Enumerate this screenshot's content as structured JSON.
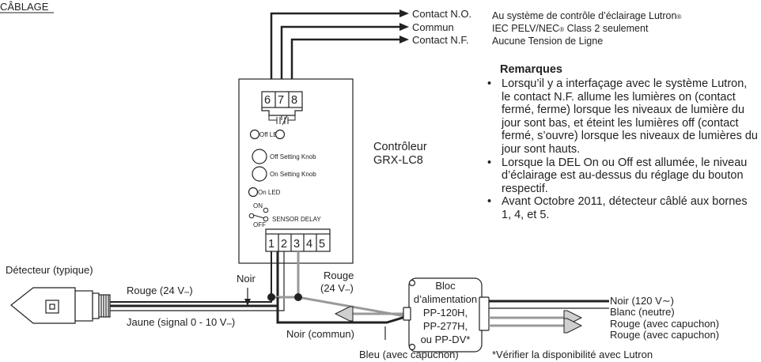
{
  "section_title": "CÂBLAGE",
  "top_contacts": [
    "Contact N.O.",
    "Commun",
    "Contact N.F."
  ],
  "lutron_note": {
    "line1": "Au système de contrôle d’éclairage Lutron",
    "line2": "IEC PELV/NEC",
    "line2b": " Class 2 seulement",
    "line3": "Aucune Tension de Ligne",
    "reg": "®"
  },
  "remarks": {
    "title": "Remarques",
    "items": [
      "Lorsqu’il y a interfaçage avec le système Lutron, le contact N.F. allume les lumières on (contact fermé, ferme) lorsque les niveaux de lumière du jour sont bas, et éteint les lumières off (contact fermé, s’ouvre) lorsque les niveaux de lumières du jour sont hauts.",
      "Lorsque la DEL On ou Off est allumée, le niveau d’éclairage est au-dessus du réglage du bouton respectif.",
      "Avant Octobre 2011, détecteur câblé aux bornes 1, 4, et 5."
    ]
  },
  "controller": {
    "name_line1": "Contrôleur",
    "name_line2": "GRX-LC8",
    "top_terminals": [
      "6",
      "7",
      "8"
    ],
    "bottom_terminals": [
      "1",
      "2",
      "3",
      "4",
      "5"
    ],
    "off_led": "Off LED",
    "off_knob": "Off Setting Knob",
    "on_knob": "On Setting Knob",
    "on_led": "On LED",
    "switch_on": "ON",
    "switch_off": "OFF",
    "sensor_delay": "SENSOR DELAY"
  },
  "sensor_label": "Détecteur (typique)",
  "wires": {
    "rouge_24": "Rouge (24 V",
    "noir": "Noir",
    "jaune": "Jaune (signal 0 - 10 V",
    "rouge_power_1": "Rouge",
    "rouge_power_2": "(24 V",
    "noir_commun": "Noir (commun)",
    "bleu": "Bleu (avec capuchon)",
    "close_paren": ")"
  },
  "power_pack": {
    "lines": [
      "Bloc",
      "d’alimentation",
      "PP-120H,",
      "PP-277H,",
      "ou PP-DV*"
    ]
  },
  "output_wires": [
    "Noir (120 V",
    "Blanc (neutre)",
    "Rouge (avec capuchon)",
    "Rouge (avec capuchon)"
  ],
  "availability_note": "*Vérifier la disponibilité avec Lutron",
  "colors": {
    "line": "#222222",
    "grey_wire": "#999999",
    "grey_fill": "#cfcfcf"
  }
}
